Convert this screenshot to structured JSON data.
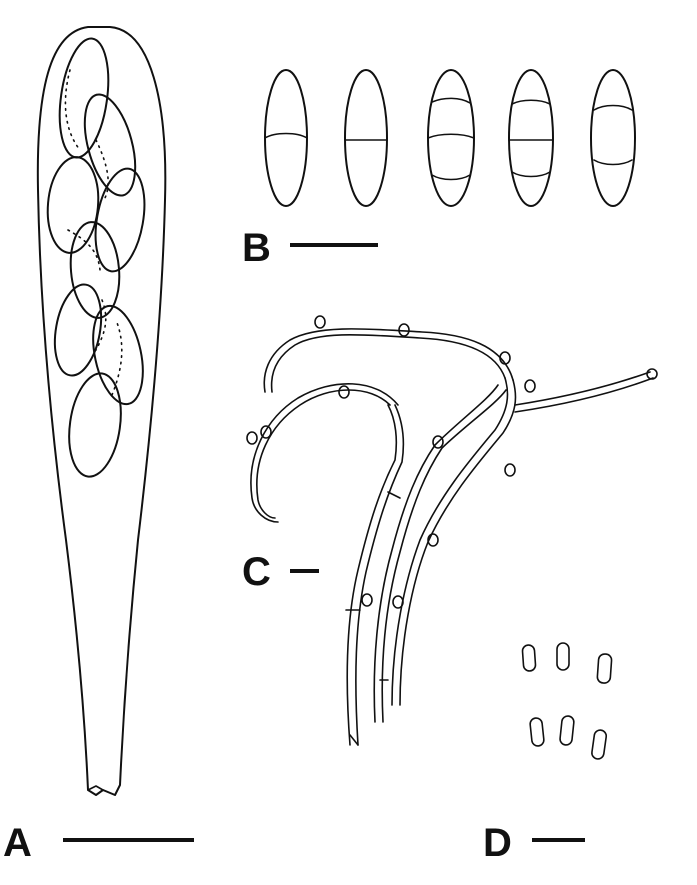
{
  "panels": [
    {
      "id": "A",
      "label": "A"
    },
    {
      "id": "B",
      "label": "B"
    },
    {
      "id": "C",
      "label": "C"
    },
    {
      "id": "D",
      "label": "D"
    }
  ],
  "colors": {
    "ink": "#111111",
    "background": "#ffffff"
  },
  "counts": {
    "ascospores_in_ascus": 8,
    "spore_series": 5,
    "conidia": 6
  }
}
